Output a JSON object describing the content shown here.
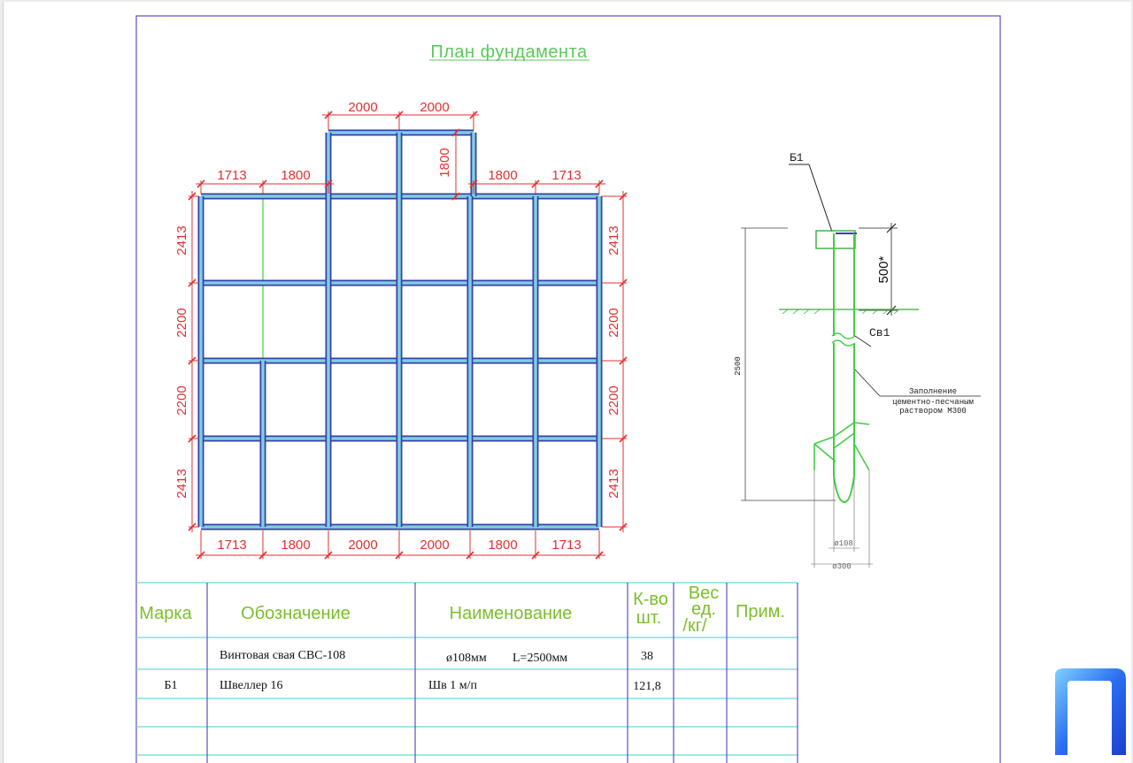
{
  "plan": {
    "title": "План фундамента",
    "top_dims": [
      "2000",
      "2000"
    ],
    "upper_dims": [
      "1713",
      "1800",
      "1800",
      "1713"
    ],
    "notch_dim": "1800",
    "bottom_dims": [
      "1713",
      "1800",
      "2000",
      "2000",
      "1800",
      "1713"
    ],
    "left_dims": [
      "2413",
      "2200",
      "2200",
      "2413"
    ],
    "right_dims": [
      "2413",
      "2200",
      "2200",
      "2413"
    ]
  },
  "pile": {
    "label_beam": "Б1",
    "label_pile": "Св1",
    "dim_500": "500*",
    "dim_2500": "2500",
    "note_line1": "Заполнение",
    "note_line2": "цементно-песчаным",
    "note_line3": "раствором М300",
    "dia_inner": "ø108",
    "dia_outer": "ø300"
  },
  "table": {
    "headers": {
      "mark": "Марка",
      "designation": "Обозначение",
      "name": "Наименование",
      "qty_line1": "К-во",
      "qty_line2": "шт.",
      "weight_line1": "Вес",
      "weight_line2": "ед.",
      "weight_line3": "/кг/",
      "note": "Прим."
    },
    "rows": [
      {
        "mark": "",
        "designation": "Винтовая свая СВС-108",
        "name_a": "ø108мм",
        "name_b": "L=2500мм",
        "qty": "38"
      },
      {
        "mark": "Б1",
        "designation": "Швеллер 16",
        "name_a": "Шв 1 м/п",
        "name_b": "",
        "qty": "121,8"
      }
    ]
  },
  "colors": {
    "frame": "#5a4fcf",
    "beam": "#3a3fa8",
    "beam_inner": "#7ed0e0",
    "dim": "#e03030",
    "green": "#44cc44",
    "table_line": "#6ad6d6",
    "logo": "#2a6ef0"
  },
  "icons": {
    "brand": "brand-logo-icon"
  }
}
